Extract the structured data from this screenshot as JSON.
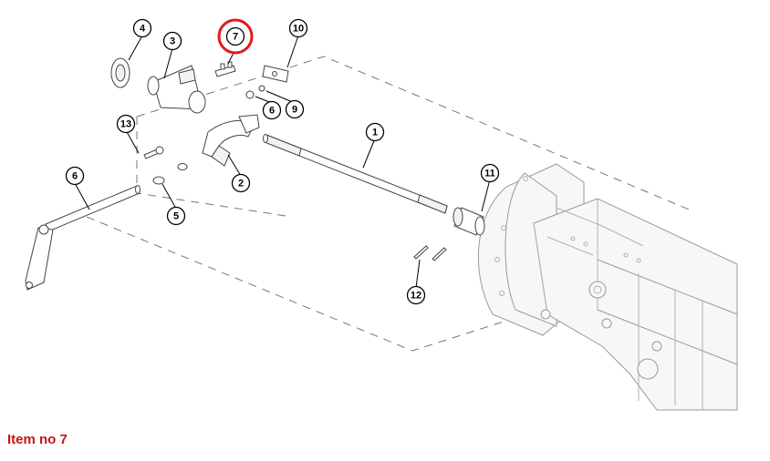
{
  "highlight_color": "#e3191b",
  "caption_color": "#cc1111",
  "callouts": [
    {
      "id": "1",
      "label": "1"
    },
    {
      "id": "2",
      "label": "2"
    },
    {
      "id": "3",
      "label": "3"
    },
    {
      "id": "4",
      "label": "4"
    },
    {
      "id": "5",
      "label": "5"
    },
    {
      "id": "6a",
      "label": "6"
    },
    {
      "id": "6b",
      "label": "6"
    },
    {
      "id": "7",
      "label": "7"
    },
    {
      "id": "9",
      "label": "9"
    },
    {
      "id": "10",
      "label": "10"
    },
    {
      "id": "11",
      "label": "11"
    },
    {
      "id": "12",
      "label": "12"
    },
    {
      "id": "13",
      "label": "13"
    }
  ],
  "caption": "Item no 7"
}
